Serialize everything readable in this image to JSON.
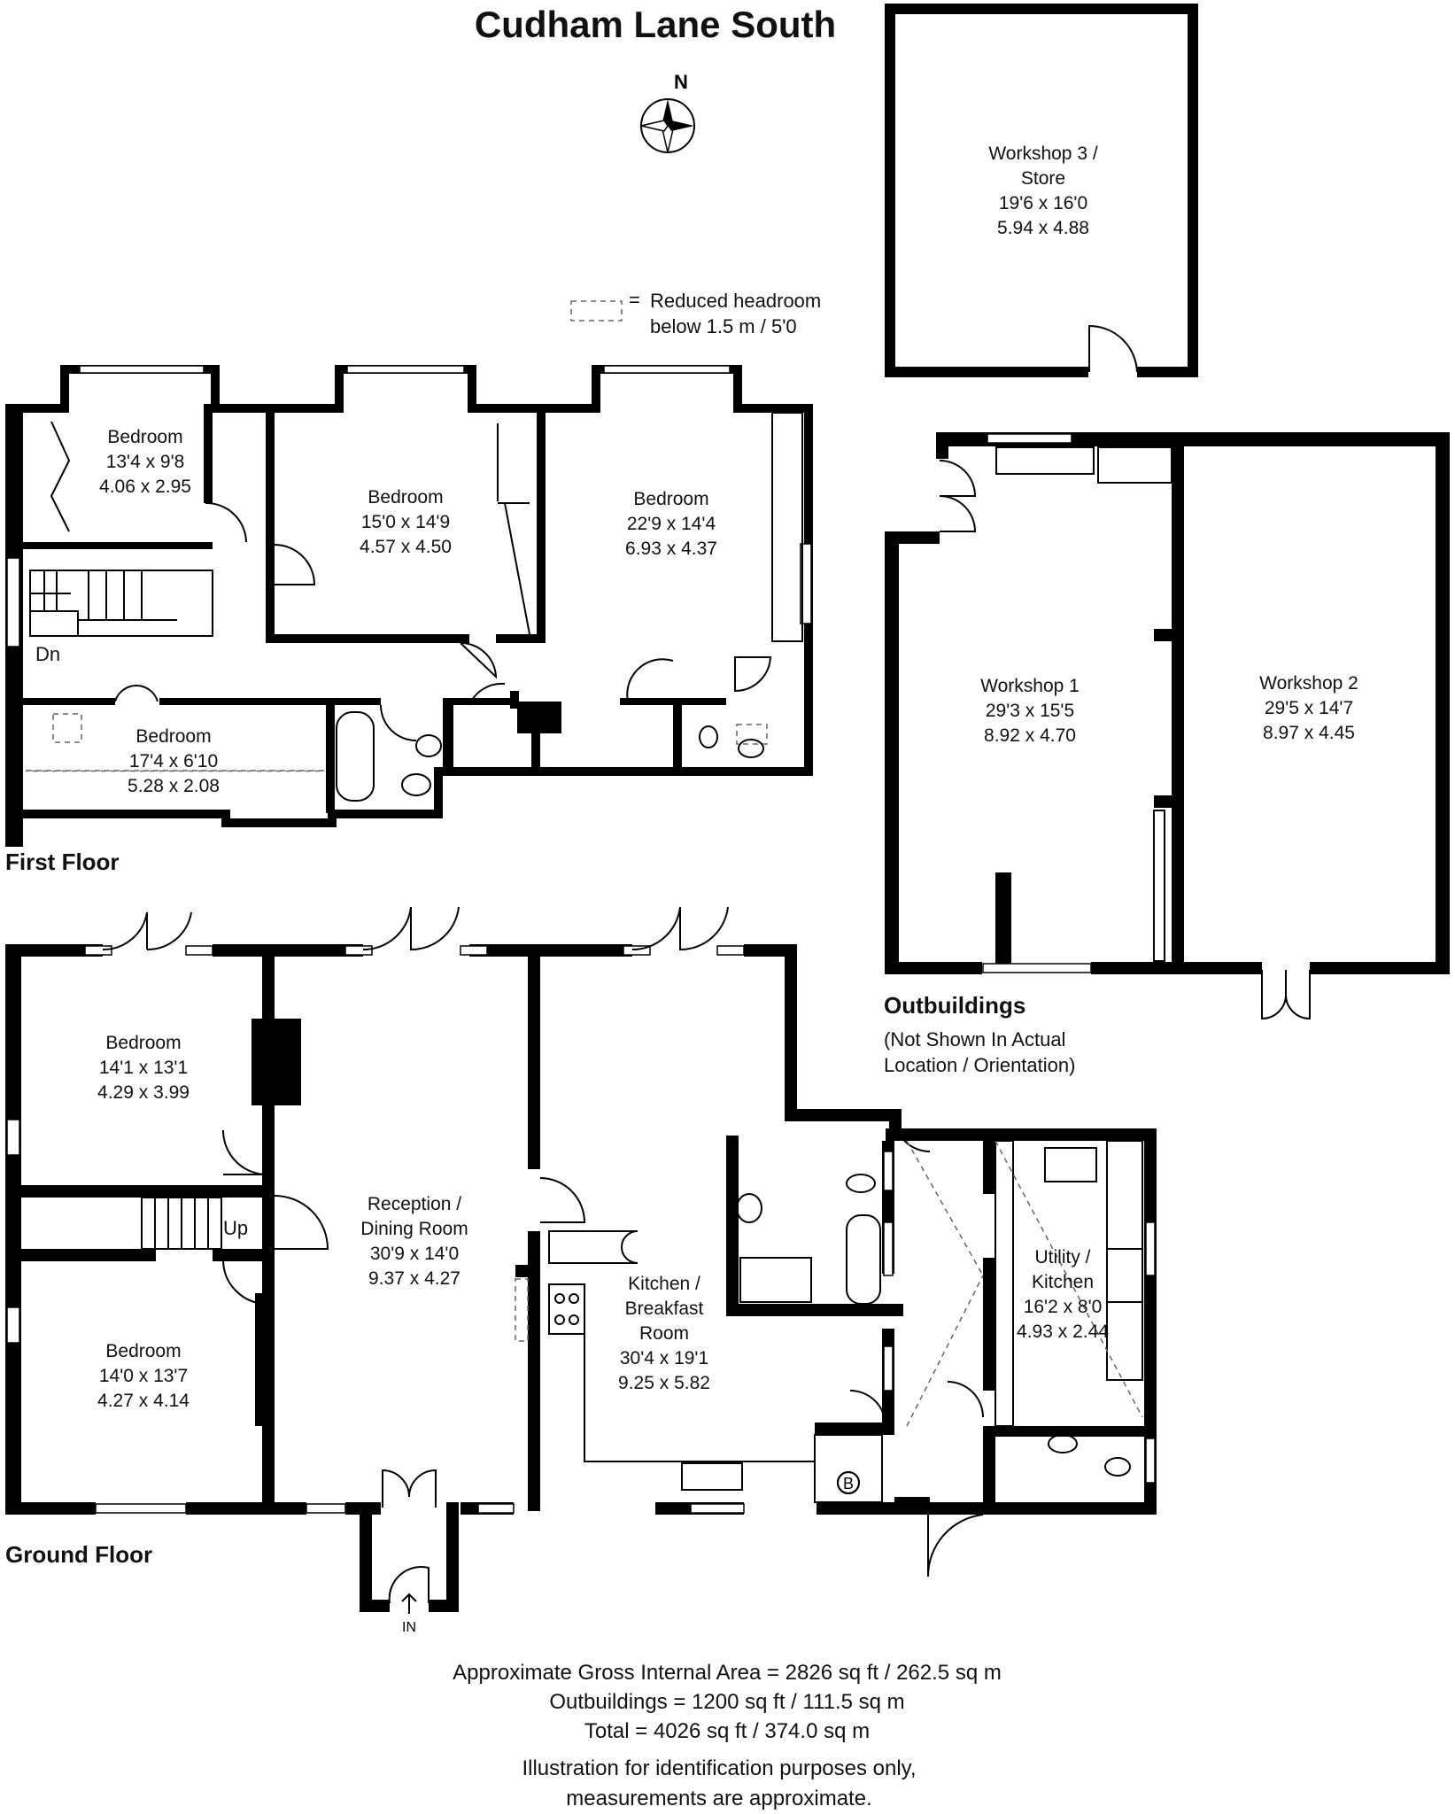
{
  "title": "Cudham Lane South",
  "compass": "N",
  "legend": {
    "symbol_label": "=",
    "line1": "Reduced headroom",
    "line2": "below 1.5 m / 5'0"
  },
  "floors": {
    "first": "First Floor",
    "ground": "Ground Floor",
    "outbuildings": "Outbuildings",
    "outbuildings_note_1": "(Not Shown In Actual",
    "outbuildings_note_2": "Location / Orientation)"
  },
  "rooms": {
    "ws3": [
      "Workshop 3 /",
      "Store",
      "19'6 x 16'0",
      "5.94 x 4.88"
    ],
    "ws1": [
      "Workshop 1",
      "29'3 x 15'5",
      "8.92 x 4.70"
    ],
    "ws2": [
      "Workshop 2",
      "29'5 x 14'7",
      "8.97 x 4.45"
    ],
    "ff_bed1": [
      "Bedroom",
      "13'4 x 9'8",
      "4.06 x 2.95"
    ],
    "ff_bed2": [
      "Bedroom",
      "15'0 x 14'9",
      "4.57 x 4.50"
    ],
    "ff_bed3": [
      "Bedroom",
      "22'9 x 14'4",
      "6.93 x 4.37"
    ],
    "ff_bed4": [
      "Bedroom",
      "17'4 x 6'10",
      "5.28 x 2.08"
    ],
    "gf_bed1": [
      "Bedroom",
      "14'1 x 13'1",
      "4.29 x 3.99"
    ],
    "gf_bed2": [
      "Bedroom",
      "14'0 x 13'7",
      "4.27 x 4.14"
    ],
    "reception": [
      "Reception /",
      "Dining Room",
      "30'9 x 14'0",
      "9.37 x 4.27"
    ],
    "kitchen": [
      "Kitchen /",
      "Breakfast",
      "Room",
      "30'4 x 19'1",
      "9.25 x 5.82"
    ],
    "utility": [
      "Utility /",
      "Kitchen",
      "16'2 x 8'0",
      "4.93 x 2.44"
    ]
  },
  "marks": {
    "dn": "Dn",
    "up": "Up",
    "in": "IN",
    "boiler": "B"
  },
  "footer": {
    "area": "Approximate Gross Internal Area = 2826 sq ft / 262.5  sq m",
    "outbuildings": "Outbuildings = 1200 sq ft / 111.5 sq m",
    "total": "Total = 4026 sq ft / 374.0 sq m",
    "disclaimer1": "Illustration for identification purposes only,",
    "disclaimer2": "measurements are approximate."
  }
}
